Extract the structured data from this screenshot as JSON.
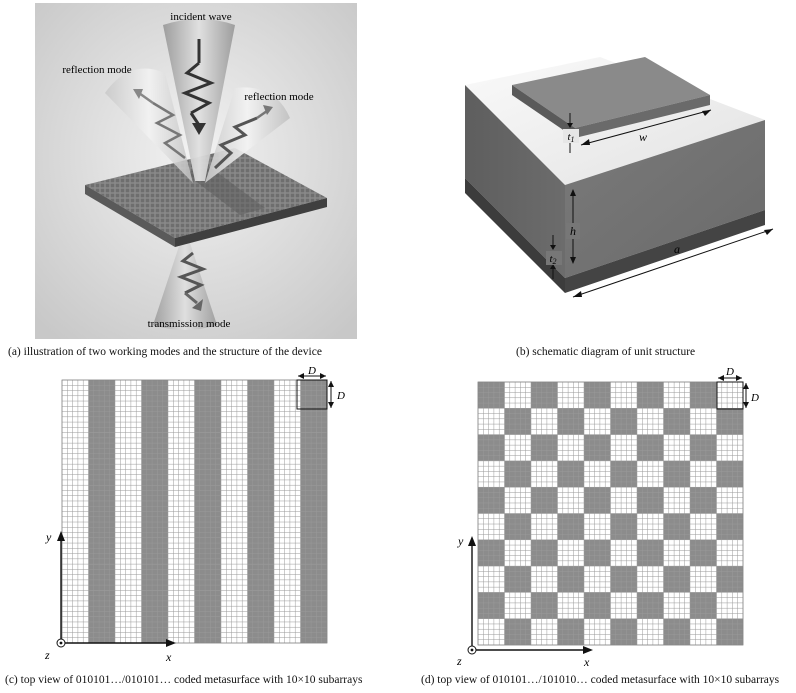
{
  "panel_a": {
    "labels": {
      "incident": "incident wave",
      "reflection_left": "reflection mode",
      "reflection_right": "reflection mode",
      "transmission": "transmission mode"
    },
    "caption": "(a) illustration of two working modes and the structure of the device"
  },
  "panel_b": {
    "labels": {
      "t1": "t",
      "t1_sub": "1",
      "t2": "t",
      "t2_sub": "2",
      "w": "w",
      "h": "h",
      "a": "a"
    },
    "caption": "(b) schematic diagram of unit structure"
  },
  "panel_c": {
    "D_h": "D",
    "D_v": "D",
    "axis_x": "x",
    "axis_y": "y",
    "axis_z": "z",
    "caption": "(c) top view of 010101…/010101… coded metasurface with 10×10 subarrays"
  },
  "panel_d": {
    "D_h": "D",
    "D_v": "D",
    "axis_x": "x",
    "axis_y": "y",
    "axis_z": "z",
    "caption": "(d) top view of 010101…/101010… coded metasurface with 10×10 subarrays"
  },
  "colors": {
    "coded_1": "#8c8c8c",
    "coded_0": "#ffffff",
    "grid_line": "#9a9a9a",
    "panel_a_bg": "#d2d2d2"
  }
}
